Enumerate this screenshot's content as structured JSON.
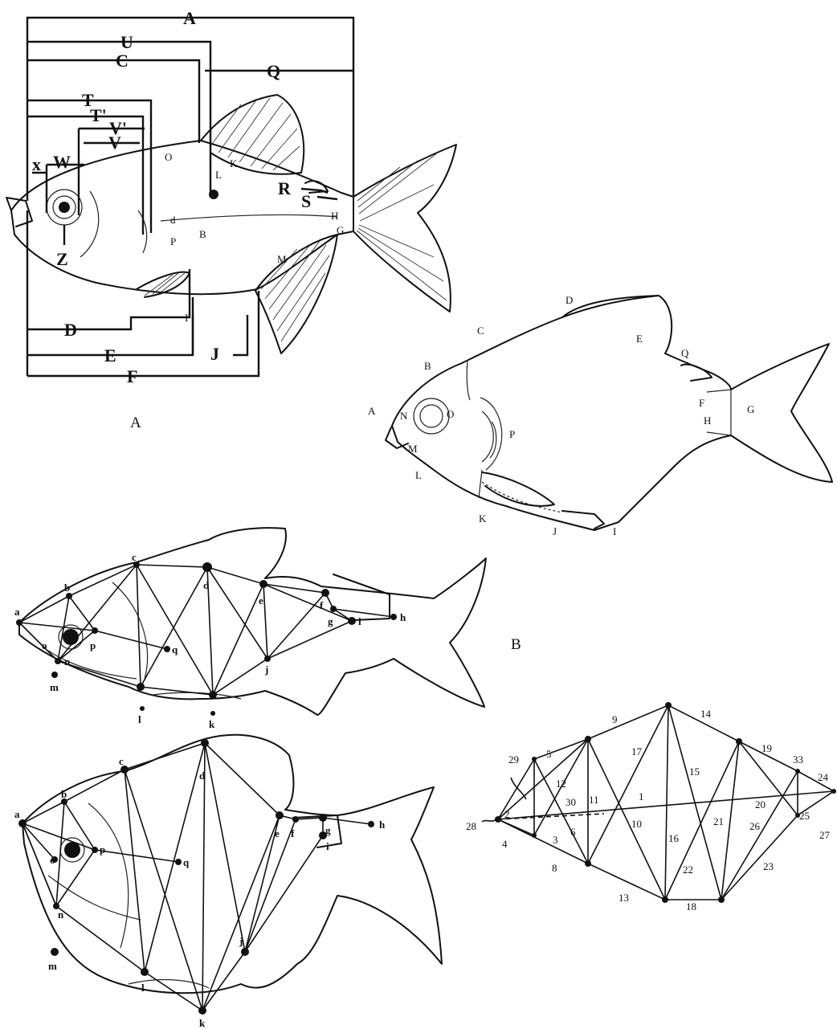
{
  "panel_a": {
    "caption": "A",
    "brackets": [
      "A",
      "U",
      "C",
      "Q",
      "T",
      "T'",
      "V'",
      "V",
      "x",
      "W",
      "Z",
      "D",
      "E",
      "J",
      "F",
      "R",
      "S"
    ],
    "inner_marks": [
      "O",
      "d",
      "P",
      "B",
      "M",
      "G",
      "H",
      "I",
      "K",
      "L"
    ]
  },
  "panel_b": {
    "caption": "B",
    "landmarks": [
      "A",
      "B",
      "C",
      "D",
      "E",
      "Q",
      "F",
      "G",
      "H",
      "I",
      "J",
      "K",
      "L",
      "M",
      "N",
      "O",
      "P"
    ]
  },
  "truss_fish_1": {
    "landmarks": [
      "a",
      "b",
      "c",
      "d",
      "e",
      "f",
      "g",
      "h",
      "i",
      "j",
      "k",
      "l",
      "m",
      "n",
      "o",
      "p",
      "q"
    ]
  },
  "truss_fish_2": {
    "landmarks": [
      "a",
      "b",
      "c",
      "d",
      "e",
      "f",
      "g",
      "h",
      "i",
      "j",
      "k",
      "l",
      "m",
      "n",
      "o",
      "p",
      "q"
    ]
  },
  "truss_schematic": {
    "numbers": [
      "1",
      "2",
      "3",
      "4",
      "5",
      "6",
      "8",
      "9",
      "10",
      "11",
      "12",
      "13",
      "14",
      "15",
      "16",
      "17",
      "18",
      "19",
      "20",
      "21",
      "22",
      "23",
      "24",
      "25",
      "26",
      "27",
      "28",
      "29",
      "30",
      "33"
    ]
  }
}
